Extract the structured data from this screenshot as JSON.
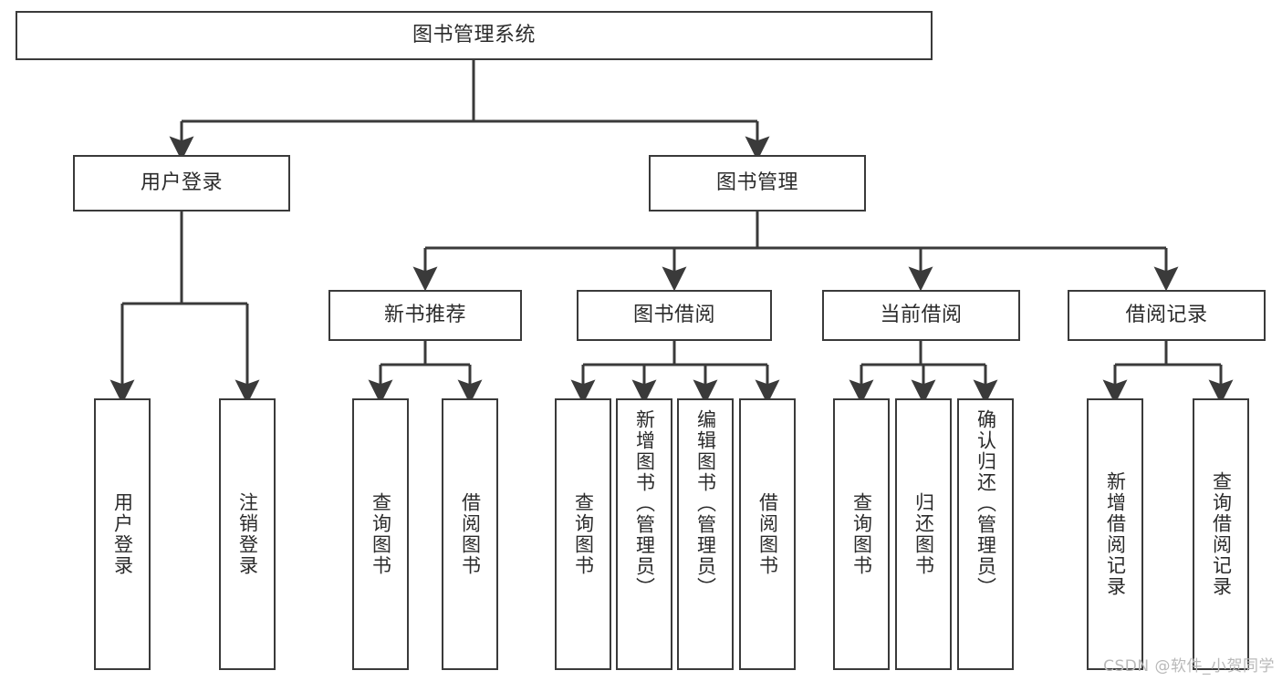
{
  "diagram": {
    "title": "图书管理系统",
    "watermark": "CSDN @软件_小贺同学",
    "type": "tree-hierarchy",
    "root": {
      "label": "图书管理系统"
    },
    "level2": [
      {
        "label": "用户登录"
      },
      {
        "label": "图书管理"
      }
    ],
    "level3": [
      {
        "label": "新书推荐"
      },
      {
        "label": "图书借阅"
      },
      {
        "label": "当前借阅"
      },
      {
        "label": "借阅记录"
      }
    ],
    "leaves": {
      "user_login": [
        {
          "label": "用户登录"
        },
        {
          "label": "注销登录"
        }
      ],
      "new_book_recommend": [
        {
          "label": "查询图书"
        },
        {
          "label": "借阅图书"
        }
      ],
      "book_borrow": [
        {
          "label": "查询图书"
        },
        {
          "label": "新增图书（管理员）"
        },
        {
          "label": "编辑图书（管理员）"
        },
        {
          "label": "借阅图书"
        }
      ],
      "current_borrow": [
        {
          "label": "查询图书"
        },
        {
          "label": "归还图书"
        },
        {
          "label": "确认归还（管理员）"
        }
      ],
      "borrow_record": [
        {
          "label": "新增借阅记录"
        },
        {
          "label": "查询借阅记录"
        }
      ]
    },
    "colors": {
      "stroke": "#3a3a3a",
      "fill": "#ffffff",
      "text": "#2b2b2b",
      "watermark": "#b9b9b9"
    }
  }
}
